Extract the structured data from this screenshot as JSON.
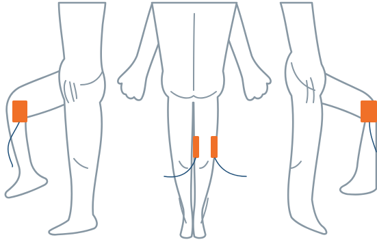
{
  "figure": {
    "views": [
      {
        "id": "left-side",
        "label": ""
      },
      {
        "id": "back",
        "label": ""
      },
      {
        "id": "right-side",
        "label": ""
      }
    ]
  },
  "colors": {
    "outline": "#8797a3",
    "electrode": "#f07028",
    "lead_wire": "#1d4e78",
    "background": "#ffffff"
  },
  "electrode_count": 4
}
